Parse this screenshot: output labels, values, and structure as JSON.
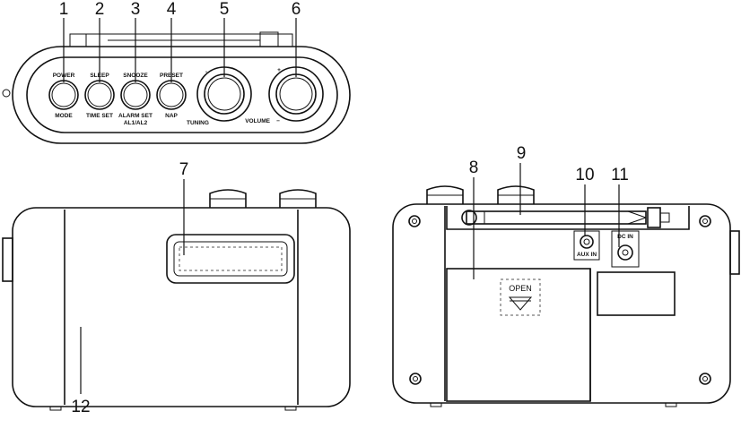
{
  "callouts": [
    "1",
    "2",
    "3",
    "4",
    "5",
    "6",
    "7",
    "8",
    "9",
    "10",
    "11",
    "12"
  ],
  "top_labels": {
    "power": "POWER",
    "mode": "MODE",
    "sleep": "SLEEP",
    "time_set": "TIME SET",
    "snooze": "SNOOZE",
    "alarm_set": "ALARM SET",
    "al": "AL1/AL2",
    "preset": "PRESET",
    "nap": "NAP",
    "tuning": "TUNING",
    "volume": "VOLUME",
    "minus": "-",
    "plus": "+",
    "minus2": "−"
  },
  "back_labels": {
    "open": "OPEN",
    "aux_in": "AUX IN",
    "dc_in": "DC IN"
  }
}
